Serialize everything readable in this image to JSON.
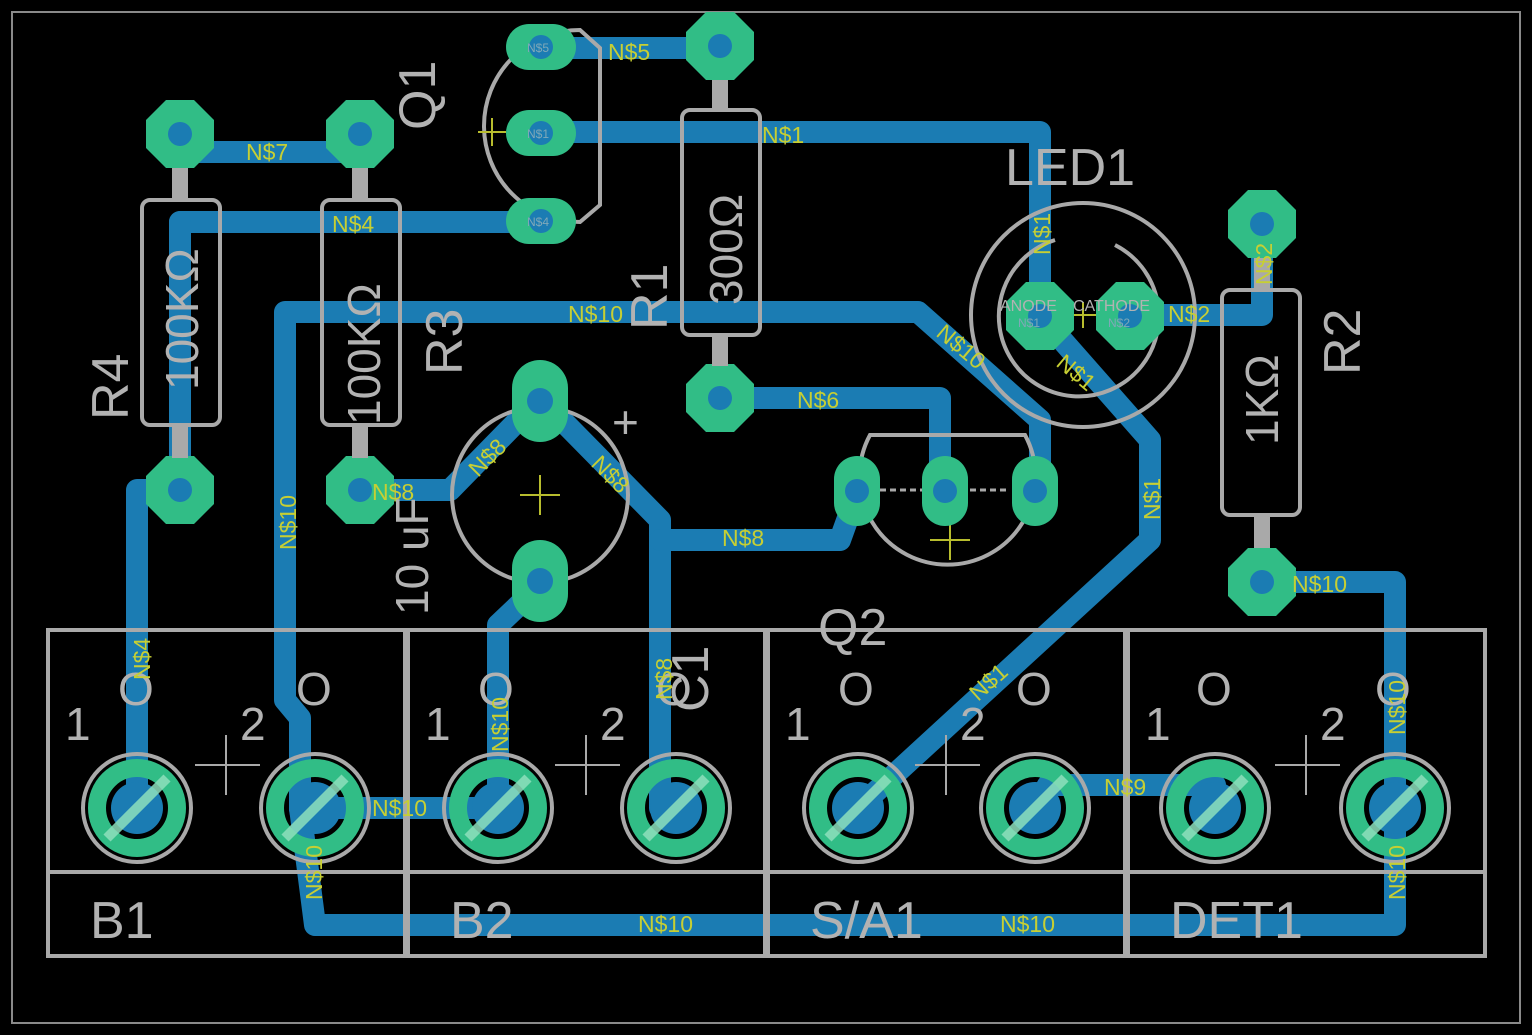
{
  "colors": {
    "background": "#000000",
    "trace": "#1b7cb3",
    "pad": "#31bd86",
    "silkscreen": "#a9a9a9",
    "net_label": "#c7cf33"
  },
  "components": {
    "r4": {
      "name": "R4",
      "value": "100KΩ"
    },
    "r3": {
      "name": "R3",
      "value": "100KΩ"
    },
    "r1": {
      "name": "R1",
      "value": "300Ω"
    },
    "r2": {
      "name": "R2",
      "value": "1KΩ"
    },
    "q1": {
      "name": "Q1"
    },
    "q2": {
      "name": "Q2"
    },
    "c1": {
      "name": "C1",
      "value": "10 uF",
      "polarity": "+"
    },
    "led1": {
      "name": "LED1",
      "anode": "ANODE",
      "cathode": "CATHODE"
    },
    "b1": {
      "name": "B1",
      "pin1": "1",
      "pin2": "2"
    },
    "b2": {
      "name": "B2",
      "pin1": "1",
      "pin2": "2"
    },
    "sa1": {
      "name": "S/A1",
      "pin1": "1",
      "pin2": "2"
    },
    "det1": {
      "name": "DET1",
      "pin1": "1",
      "pin2": "2"
    }
  },
  "nets": {
    "n1": "N$1",
    "n2": "N$2",
    "n4": "N$4",
    "n5": "N$5",
    "n6": "N$6",
    "n7": "N$7",
    "n8": "N$8",
    "n9": "N$9",
    "n10": "N$10"
  },
  "silk_marks": {
    "o": "O"
  }
}
